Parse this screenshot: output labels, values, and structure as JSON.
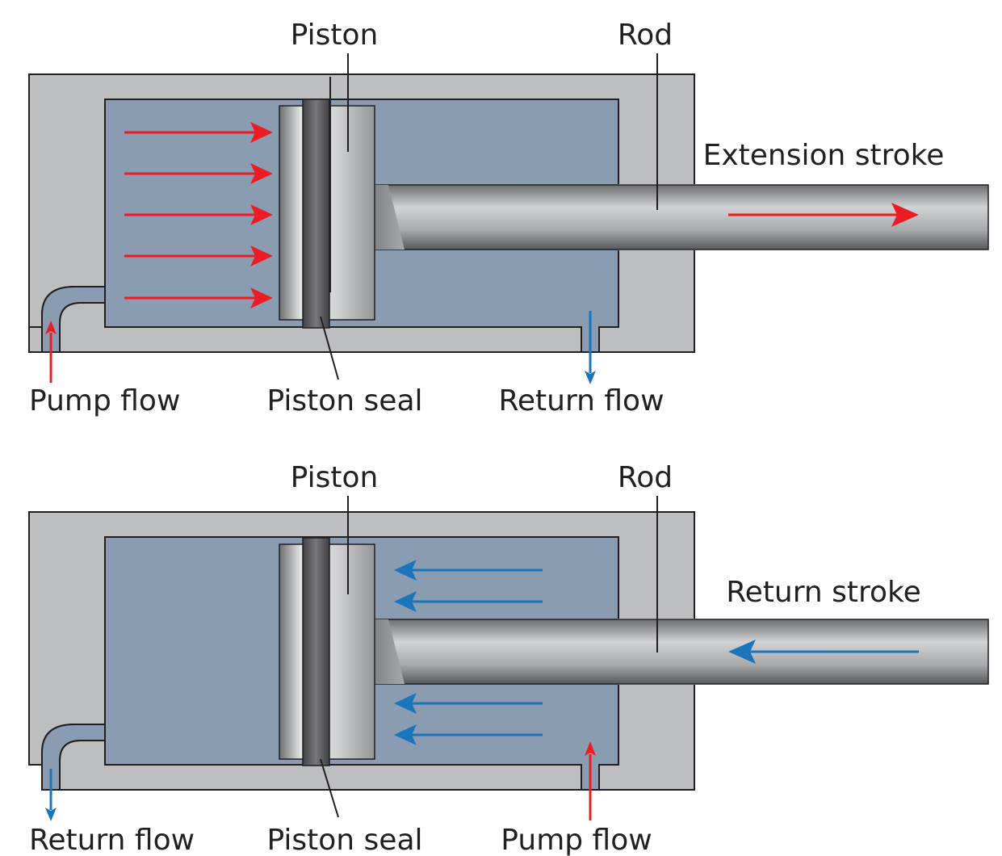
{
  "colors": {
    "pump_flow": "#ed1c24",
    "return_flow": "#1b75bc",
    "housing": "#bcbec0",
    "fluid": "#8a9cb1"
  },
  "extension": {
    "piston_label": "Piston",
    "rod_label": "Rod",
    "stroke_label": "Extension stroke",
    "left_port_label": "Pump flow",
    "seal_label": "Piston seal",
    "right_port_label": "Return flow"
  },
  "retraction": {
    "piston_label": "Piston",
    "rod_label": "Rod",
    "stroke_label": "Return stroke",
    "left_port_label": "Return flow",
    "seal_label": "Piston seal",
    "right_port_label": "Pump flow"
  }
}
